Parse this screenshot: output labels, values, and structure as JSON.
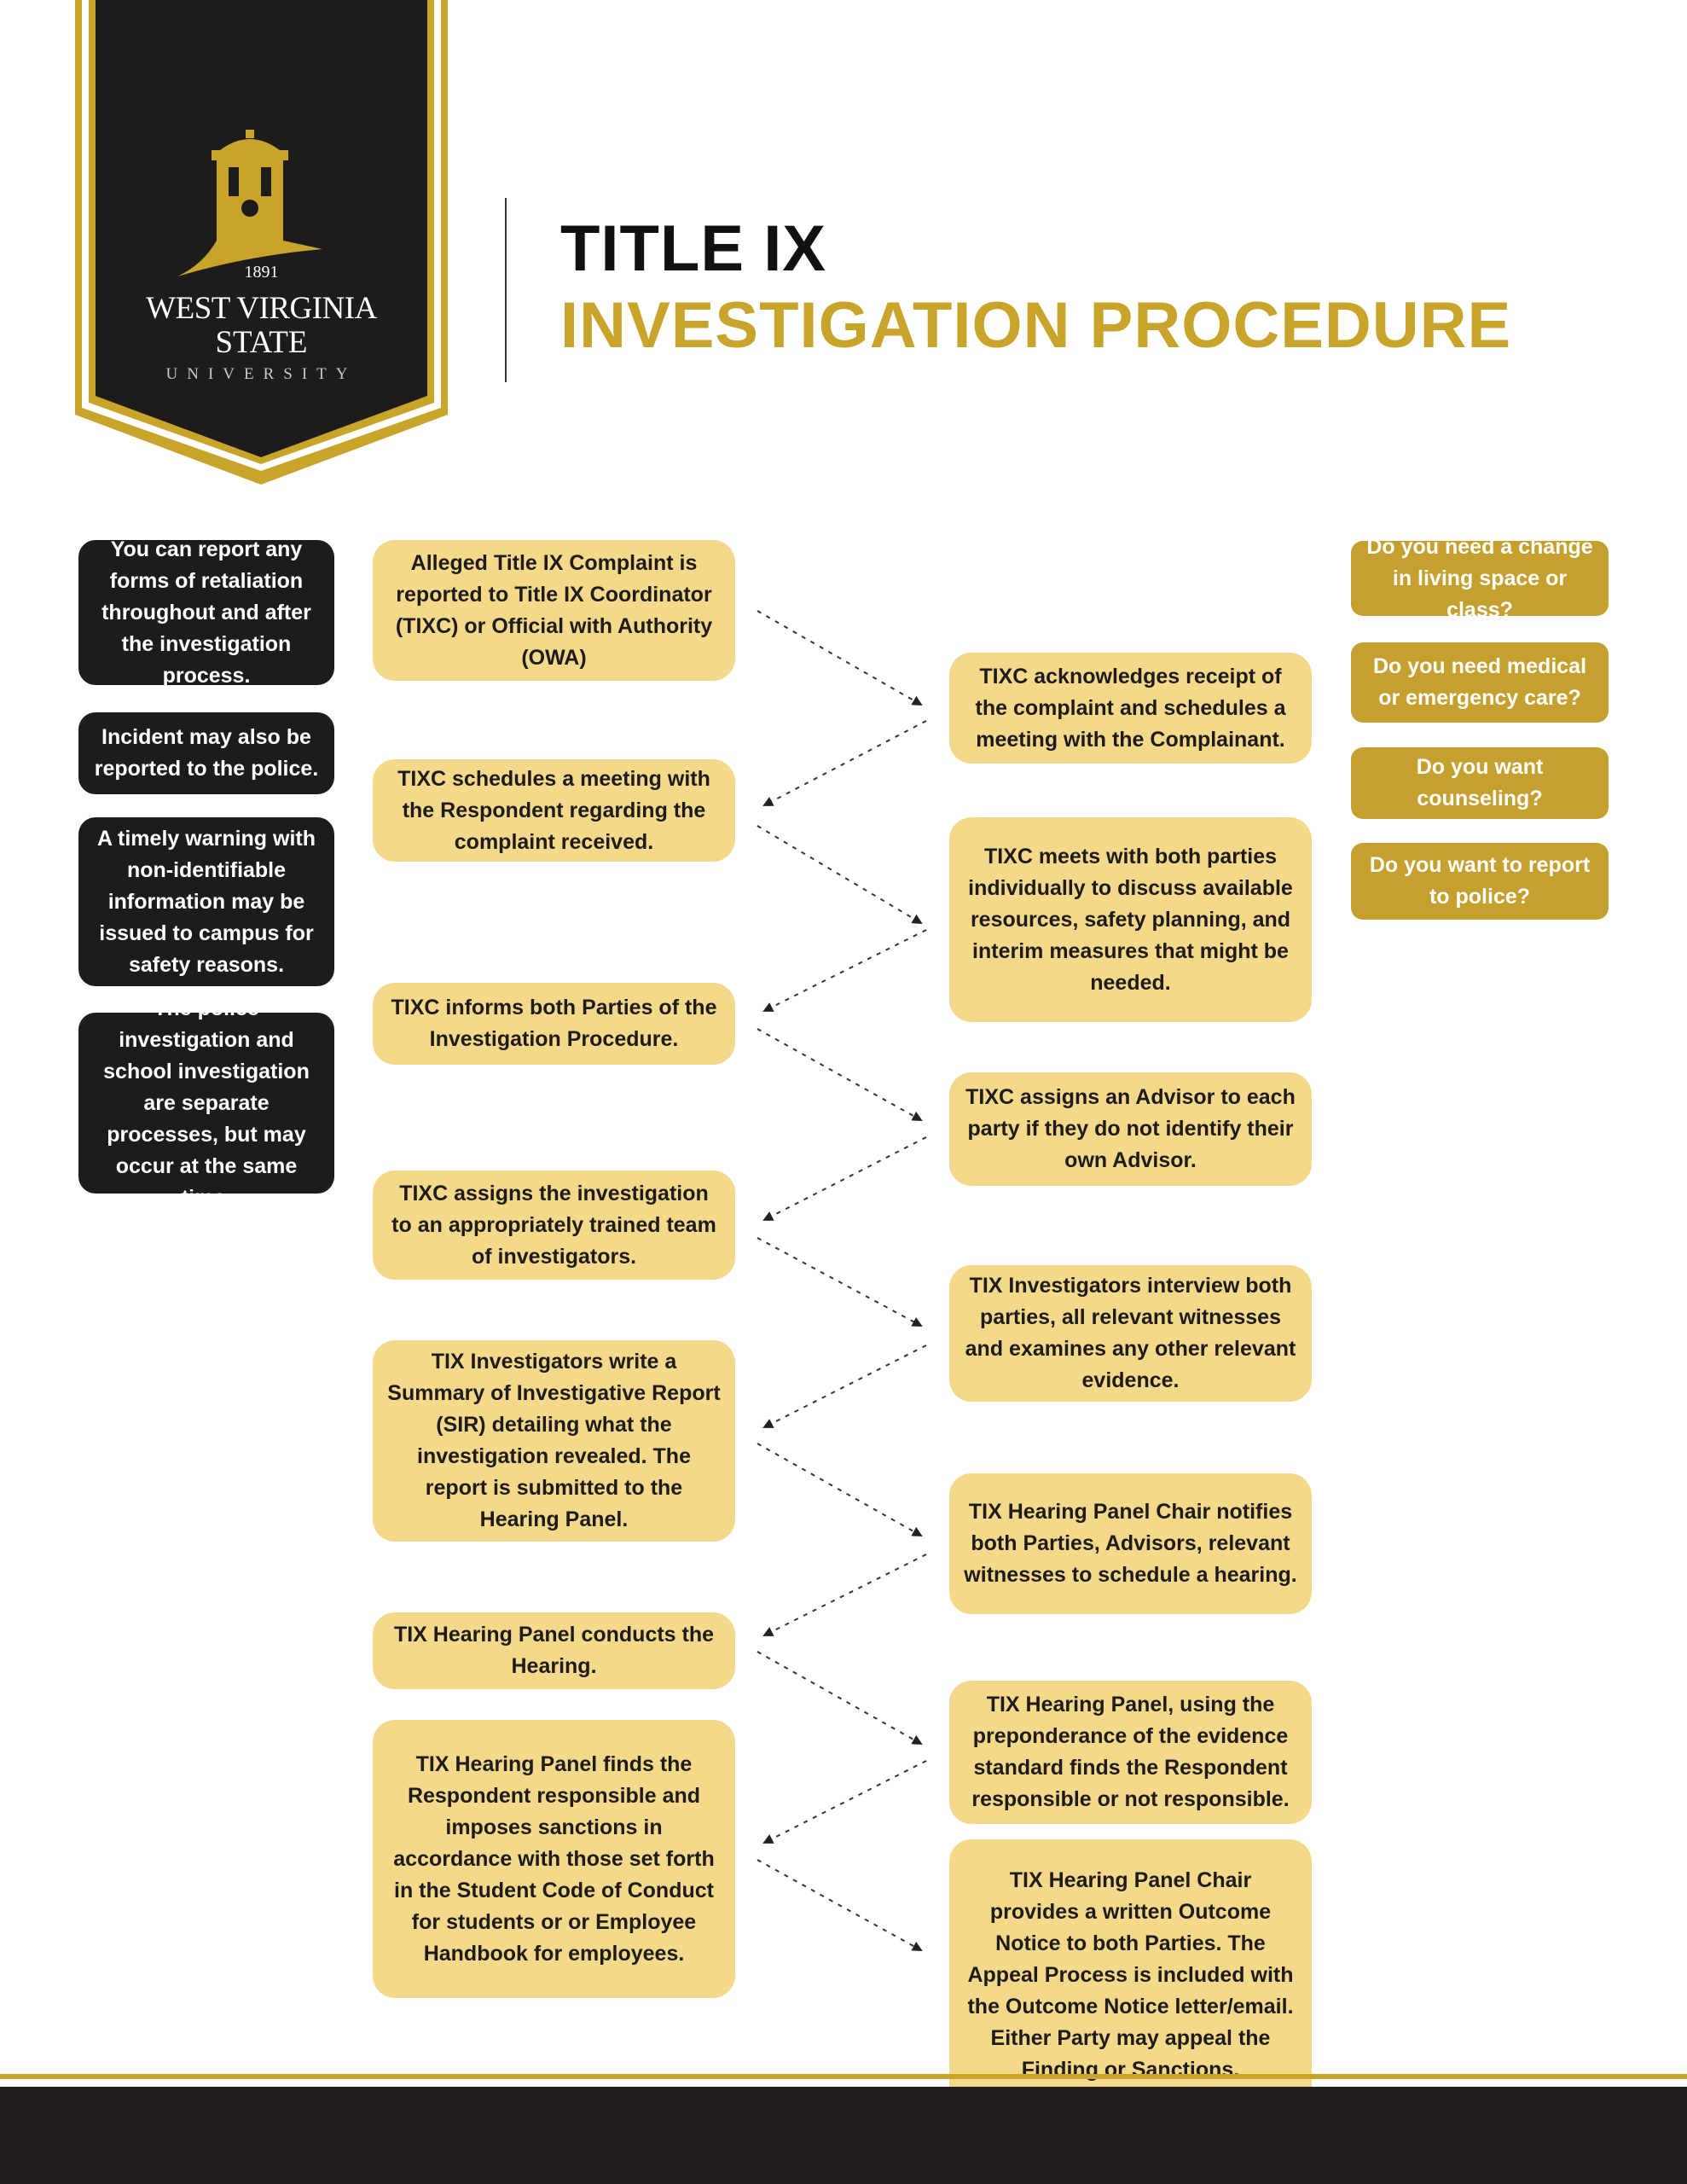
{
  "logo": {
    "year": "1891",
    "line1": "WEST VIRGINIA",
    "line2": "STATE",
    "line3": "UNIVERSITY"
  },
  "title": {
    "line1": "TITLE IX",
    "line2": "INVESTIGATION PROCEDURE"
  },
  "info_boxes": [
    "You can report any forms of retaliation throughout and after the investigation process.",
    "Incident may also be reported to the police.",
    "A timely warning with non-identifiable information may be issued to campus for safety reasons.",
    "The police investigation and school investigation are separate processes, but may occur at the same time."
  ],
  "steps_left": [
    "Alleged Title IX Complaint is reported to Title IX Coordinator (TIXC) or Official with Authority (OWA)",
    "TIXC schedules a meeting with the Respondent regarding the complaint received.",
    "TIXC informs both Parties of the Investigation Procedure.",
    "TIXC assigns the investigation to an appropriately trained team of investigators.",
    "TIX Investigators write a Summary of Investigative Report (SIR) detailing what the investigation revealed. The report is submitted to the Hearing Panel.",
    "TIX Hearing Panel conducts the Hearing.",
    "TIX Hearing Panel finds the Respondent responsible and imposes sanctions in accordance with those set forth in the Student Code of Conduct for students or or Employee Handbook for employees."
  ],
  "steps_right": [
    "TIXC acknowledges receipt of the complaint and schedules a meeting with the Complainant.",
    "TIXC meets with both parties individually to discuss available resources, safety planning, and interim measures that might be needed.",
    "TIXC assigns an Advisor to each party if they do not identify their own Advisor.",
    "TIX Investigators interview both parties, all relevant witnesses and examines any other relevant evidence.",
    "TIX Hearing Panel Chair notifies both Parties, Advisors, relevant witnesses to schedule a hearing.",
    "TIX Hearing Panel, using the preponderance of the evidence standard finds the Respondent responsible or not responsible.",
    "TIX Hearing Panel Chair provides a written Outcome Notice to both Parties. The Appeal Process is included with the Outcome Notice letter/email. Either Party may appeal the Finding or Sanctions."
  ],
  "questions": [
    "Do you need a change in living space or class?",
    "Do you need medical or emergency care?",
    "Do you want counseling?",
    "Do you want to report to police?"
  ],
  "colors": {
    "gold": "#c9a42a",
    "light_gold": "#f5d98b",
    "dark": "#1e1b1c"
  }
}
